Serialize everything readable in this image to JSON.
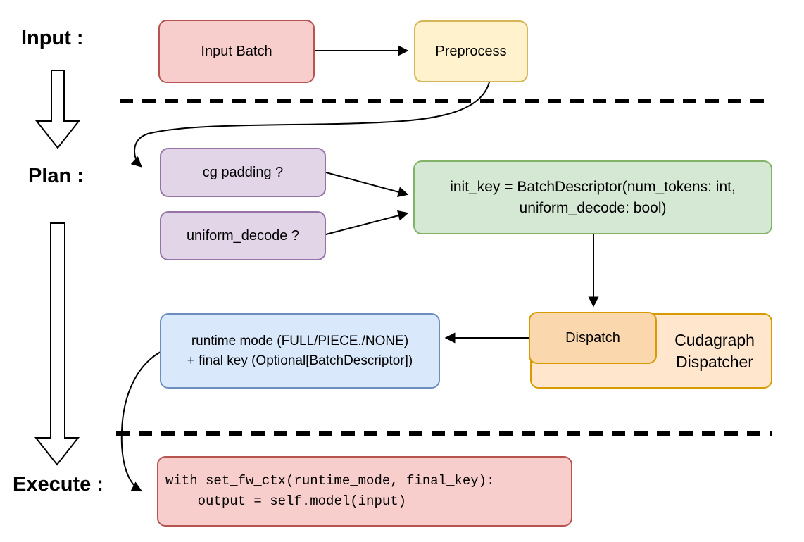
{
  "stage_labels": {
    "input": "Input :",
    "plan": "Plan :",
    "execute": "Execute :"
  },
  "nodes": {
    "input_batch": {
      "label": "Input Batch"
    },
    "preprocess": {
      "label": "Preprocess"
    },
    "cg_padding": {
      "label": "cg padding ?"
    },
    "uniform_decode": {
      "label": "uniform_decode ?"
    },
    "init_key": {
      "line1": "init_key = BatchDescriptor(num_tokens: int,",
      "line2": "uniform_decode: bool)"
    },
    "dispatch": {
      "label": "Dispatch"
    },
    "cudagraph_dispatcher": {
      "line1": "Cudagraph",
      "line2": "Dispatcher"
    },
    "runtime_mode": {
      "line1": "runtime mode (FULL/PIECE./NONE)",
      "line2": "+ final key (Optional[BatchDescriptor])"
    },
    "execute_code": {
      "line1": "with set_fw_ctx(runtime_mode, final_key):",
      "line2": "    output = self.model(input)"
    }
  },
  "colors": {
    "red_fill": "#f8cecc",
    "red_border": "#b85450",
    "yellow_fill": "#fff2cc",
    "yellow_border": "#d6b656",
    "purple_fill": "#e1d5e7",
    "purple_border": "#9673a6",
    "green_fill": "#d5e8d4",
    "green_border": "#82b366",
    "blue_fill": "#dae8fc",
    "blue_border": "#6c8ebf",
    "orange_fill": "#ffe6cc",
    "orange_inner_fill": "#fad7ac",
    "orange_border": "#d79b00",
    "connector": "#000000"
  }
}
